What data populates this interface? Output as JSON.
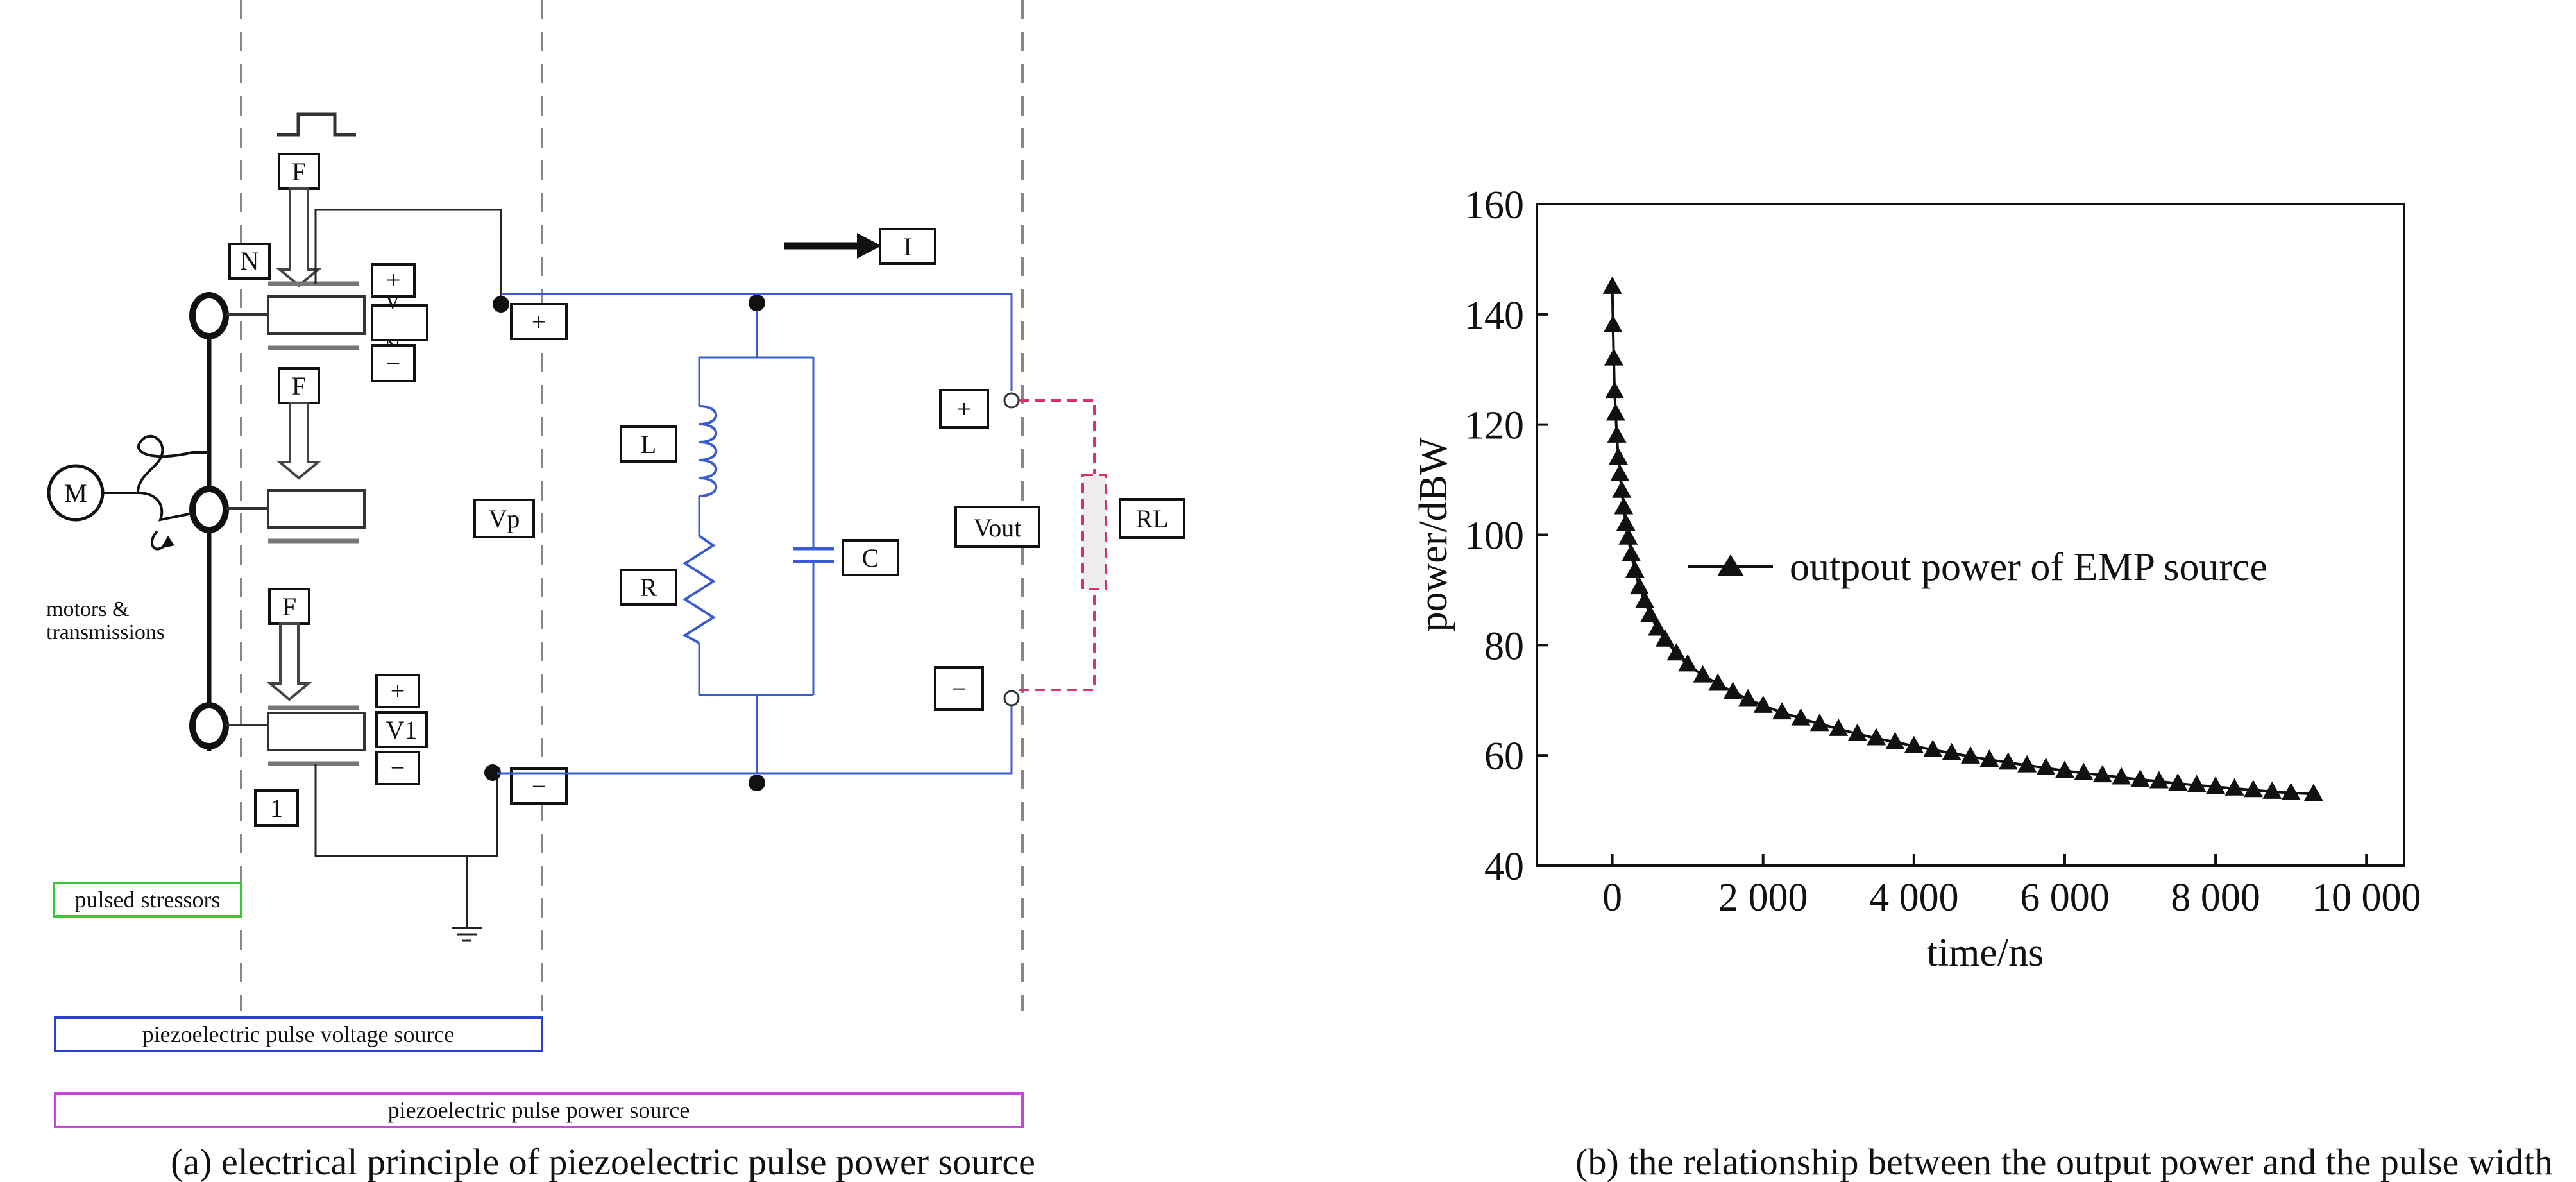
{
  "left_panel": {
    "labels": {
      "F1": "F",
      "F2": "F",
      "F3": "F",
      "N_top": "N",
      "plus_top": "+",
      "V_top": "V",
      "N_mid": "N",
      "minus_top": "−",
      "M": "M",
      "motors_line1": "motors &",
      "motors_line2": "transmissions",
      "plus_bot": "+",
      "V1": "V1",
      "minus_bot": "−",
      "one": "1",
      "plus_out": "+",
      "minus_out": "−",
      "Vp": "Vp",
      "I": "I",
      "L": "L",
      "R": "R",
      "C": "C",
      "plus_load": "+",
      "minus_load": "−",
      "Vout": "Vout",
      "RL": "RL"
    },
    "legend": {
      "pulsed_stressors": "pulsed stressors",
      "voltage_source": "piezoelectric pulse voltage source",
      "power_source": "piezoelectric pulse power source"
    },
    "caption": "(a) electrical principle of piezoelectric pulse power source",
    "colors": {
      "circuit": "#3a5bd6",
      "load": "#e0306a",
      "stressor_box": "#33cc33",
      "voltage_box": "#2a3fd0",
      "power_box": "#cc44dd"
    }
  },
  "chart_data": {
    "type": "scatter",
    "xlabel": "time/ns",
    "ylabel": "power/dBW",
    "xlim": [
      -1000,
      10500
    ],
    "ylim": [
      40,
      160
    ],
    "x_ticks": [
      0,
      2000,
      4000,
      6000,
      8000,
      10000
    ],
    "x_tick_labels": [
      "0",
      "2 000",
      "4 000",
      "6 000",
      "8 000",
      "10 000"
    ],
    "y_ticks": [
      40,
      60,
      80,
      100,
      120,
      140,
      160
    ],
    "y_tick_labels": [
      "40",
      "60",
      "80",
      "100",
      "120",
      "140",
      "160"
    ],
    "legend_placement": "center-right",
    "series": [
      {
        "name": "outpout power of EMP source",
        "marker": "triangle",
        "x": [
          0,
          10,
          20,
          30,
          45,
          60,
          80,
          100,
          125,
          150,
          180,
          210,
          250,
          300,
          360,
          430,
          500,
          600,
          700,
          850,
          1000,
          1200,
          1400,
          1600,
          1800,
          2000,
          2250,
          2500,
          2750,
          3000,
          3250,
          3500,
          3750,
          4000,
          4250,
          4500,
          4750,
          5000,
          5250,
          5500,
          5750,
          6000,
          6250,
          6500,
          6750,
          7000,
          7250,
          7500,
          7750,
          8000,
          8250,
          8500,
          8750,
          9000,
          9300
        ],
        "y": [
          145,
          138,
          132,
          126,
          122,
          118,
          114,
          111,
          108,
          105,
          102,
          99.5,
          96.5,
          93.5,
          90.5,
          88,
          85.5,
          83,
          81,
          78.5,
          76.5,
          74.5,
          73,
          71.5,
          70.2,
          69,
          67.8,
          66.7,
          65.7,
          64.8,
          63.9,
          63.1,
          62.4,
          61.7,
          61,
          60.4,
          59.8,
          59.2,
          58.7,
          58.2,
          57.7,
          57.2,
          56.8,
          56.4,
          56,
          55.6,
          55.3,
          54.9,
          54.6,
          54.3,
          54,
          53.7,
          53.4,
          53.2,
          53
        ]
      }
    ],
    "caption": "(b) the relationship between the output power and the pulse width"
  }
}
